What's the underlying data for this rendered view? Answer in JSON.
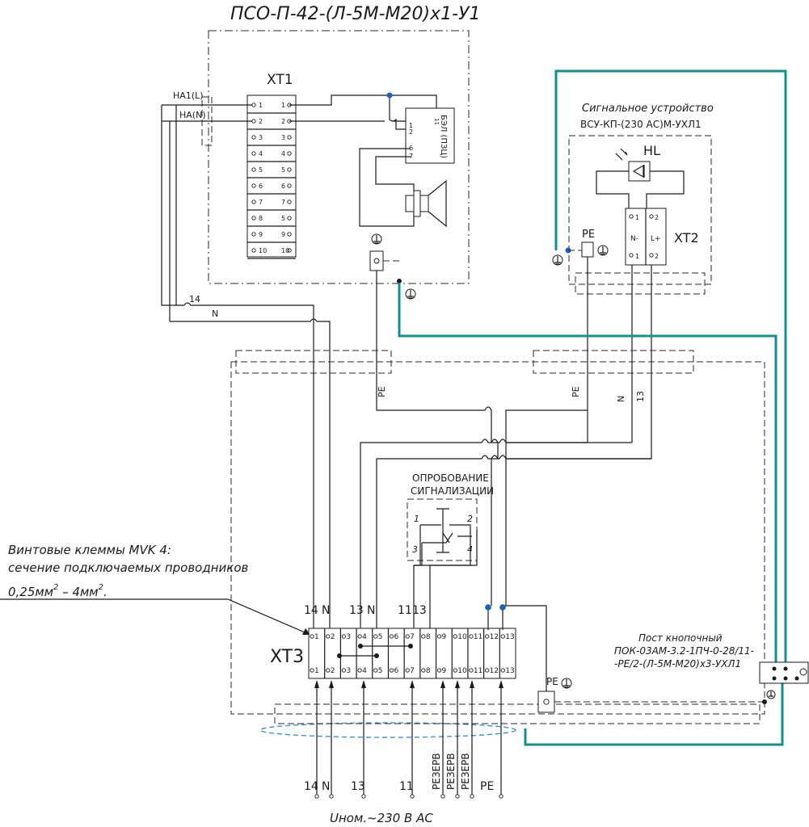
{
  "title": "ПСО-П-42-(Л-5М-М20)х1-У1",
  "device_block": {
    "terminal_label": "XT1",
    "ha1l": "HA1(L)",
    "han": "HA(N)",
    "module_text": "БЭЛ (ПЗЦ)",
    "module_pins": [
      "11",
      "1",
      "2",
      "6",
      "7"
    ],
    "left_terms": [
      "1",
      "2",
      "3",
      "4",
      "5",
      "6",
      "7",
      "8",
      "9",
      "10"
    ],
    "right_terms": [
      "1",
      "2",
      "3",
      "4",
      "5",
      "6",
      "7",
      "5",
      "9",
      "10"
    ],
    "wire_14": "14",
    "wire_n": "N"
  },
  "signal_device": {
    "line1": "Сигнальное устройство",
    "line2": "ВСУ-КП-(230 АС)М-УХЛ1",
    "hl": "HL",
    "pe": "PE",
    "xt2": "XT2",
    "xt2_top": [
      "1",
      "2"
    ],
    "xt2_mid": [
      "N-",
      "L+"
    ],
    "xt2_bot": [
      "1",
      "2"
    ]
  },
  "cable_labels": {
    "pe_left": "PE",
    "pe_right": "PE",
    "n": "N",
    "w13": "13"
  },
  "test_button": {
    "line1": "ОПРОБОВАНИЕ",
    "line2": "СИГНАЛИЗАЦИИ",
    "pins": [
      "1",
      "2",
      "3",
      "4"
    ]
  },
  "note": {
    "line1": "Винтовые клеммы MVK 4:",
    "line2": "сечение подключаемых проводников",
    "line3": "0,25мм",
    "sup1": "2",
    "line3b": " – 4мм",
    "sup2": "2",
    "line3c": "."
  },
  "xt3": {
    "label": "XT3",
    "terms": [
      "1",
      "2",
      "3",
      "4",
      "5",
      "6",
      "7",
      "8",
      "9",
      "10",
      "11",
      "12",
      "13"
    ],
    "top_wires": [
      "14",
      "N",
      "13",
      "N",
      "11",
      "13"
    ],
    "pe": "PE"
  },
  "button_post": {
    "line1": "Пост кнопочный",
    "line2": "ПОК-03АМ-3.2-1ПЧ-0-28/11-",
    "line3": "-PE/2-(Л-5М-М20)х3-УХЛ1"
  },
  "bottom_wires": [
    "14",
    "N",
    "13",
    "11",
    "РЕЗЕРВ",
    "РЕЗЕРВ",
    "РЕЗЕРВ",
    "PE"
  ],
  "supply": "Uном.~230 В АС"
}
